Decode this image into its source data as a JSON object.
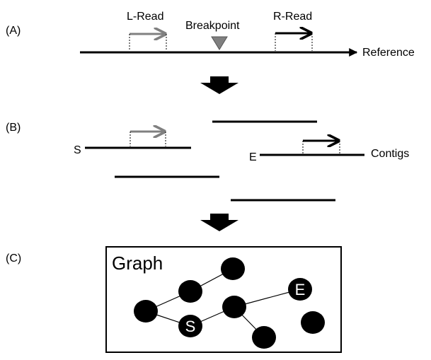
{
  "panels": {
    "a": {
      "label": "(A)"
    },
    "b": {
      "label": "(B)"
    },
    "c": {
      "label": "(C)"
    }
  },
  "reference": {
    "label": "Reference",
    "left_read": "L-Read",
    "breakpoint": "Breakpoint",
    "right_read": "R-Read"
  },
  "contigs": {
    "label": "Contigs",
    "start": "S",
    "end": "E"
  },
  "graph": {
    "title": "Graph",
    "start_node": "S",
    "end_node": "E"
  },
  "colors": {
    "line": "#000000",
    "left_read": "#808080",
    "right_read": "#000000",
    "breakpoint": "#808080",
    "node": "#000000",
    "node_text": "#ffffff"
  }
}
